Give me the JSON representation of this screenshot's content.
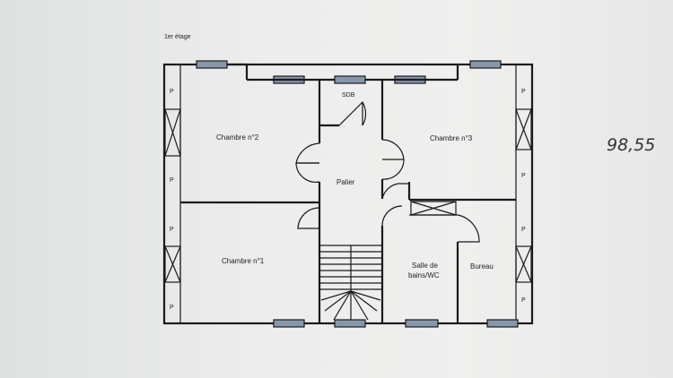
{
  "floor_label": "1er étage",
  "rooms": {
    "chambre2": "Chambre n°2",
    "chambre3": "Chambre n°3",
    "chambre1": "Chambre n°1",
    "sdb": "SDB",
    "palier": "Palier",
    "salle_de_bains_line1": "Salle de",
    "salle_de_bains_line2": "bains/WC",
    "bureau": "Bureau"
  },
  "closet_marks": [
    "P",
    "P",
    "P",
    "P",
    "P",
    "P",
    "P",
    "P"
  ],
  "handwritten_note": "98,55",
  "colors": {
    "window": "#8797ab",
    "wall": "#1a1a1a",
    "paper": "#ecedec"
  }
}
